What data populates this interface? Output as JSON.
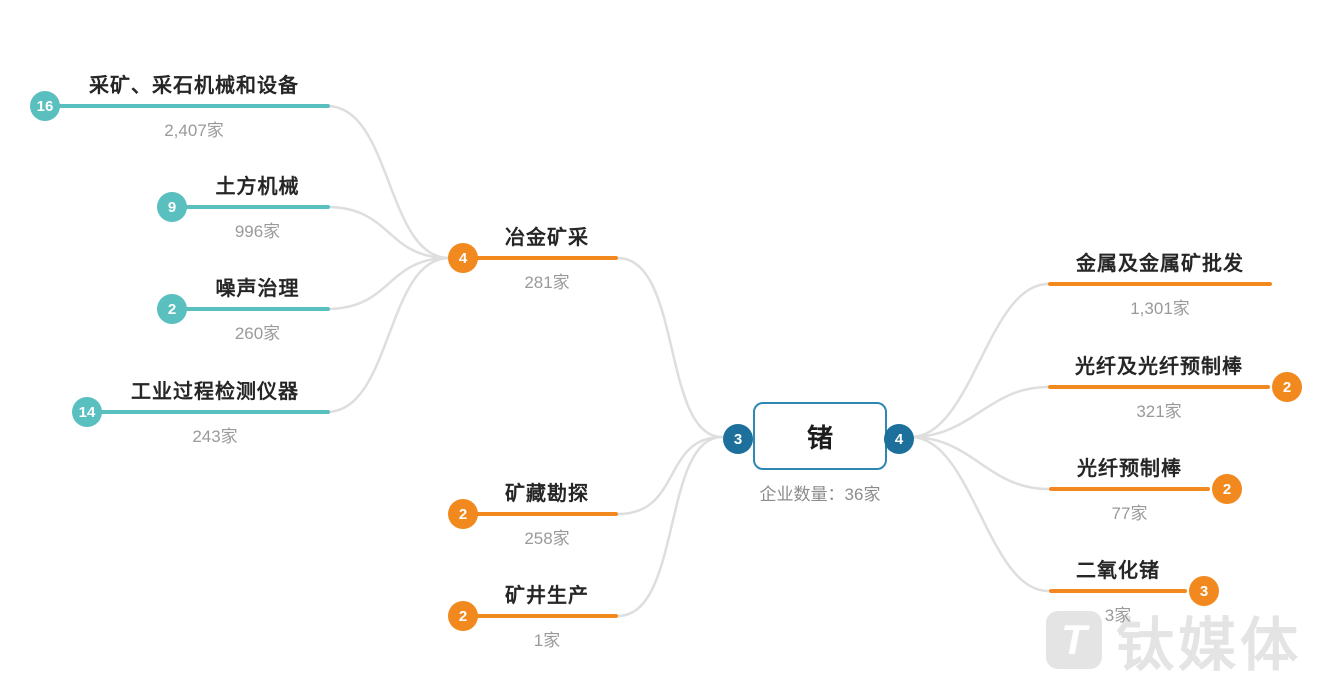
{
  "root": {
    "label": "锗",
    "caption": "企业数量：36家",
    "left_badge": "3",
    "right_badge": "4"
  },
  "upstream_children": [
    {
      "badge": "16",
      "label": "采矿、采石机械和设备",
      "count": "2,407家"
    },
    {
      "badge": "9",
      "label": "土方机械",
      "count": "996家"
    },
    {
      "badge": "2",
      "label": "噪声治理",
      "count": "260家"
    },
    {
      "badge": "14",
      "label": "工业过程检测仪器",
      "count": "243家"
    }
  ],
  "upstream": [
    {
      "badge": "4",
      "label": "冶金矿采",
      "count": "281家"
    },
    {
      "badge": "2",
      "label": "矿藏勘探",
      "count": "258家"
    },
    {
      "badge": "2",
      "label": "矿井生产",
      "count": "1家"
    }
  ],
  "downstream": [
    {
      "label": "金属及金属矿批发",
      "count": "1,301家"
    },
    {
      "badge": "2",
      "label": "光纤及光纤预制棒",
      "count": "321家"
    },
    {
      "badge": "2",
      "label": "光纤预制棒",
      "count": "77家"
    },
    {
      "badge": "3",
      "label": "二氧化锗",
      "count": "3家"
    }
  ],
  "watermark": {
    "logo_glyph": "T",
    "text": "钛媒体"
  },
  "colors": {
    "teal": "#5abfbf",
    "orange": "#f2891f",
    "blue_badge": "#1d6f9c",
    "root_border": "#2f87b4",
    "link": "#dedede",
    "label_text": "#262626",
    "count_text": "#9a9a9a"
  }
}
